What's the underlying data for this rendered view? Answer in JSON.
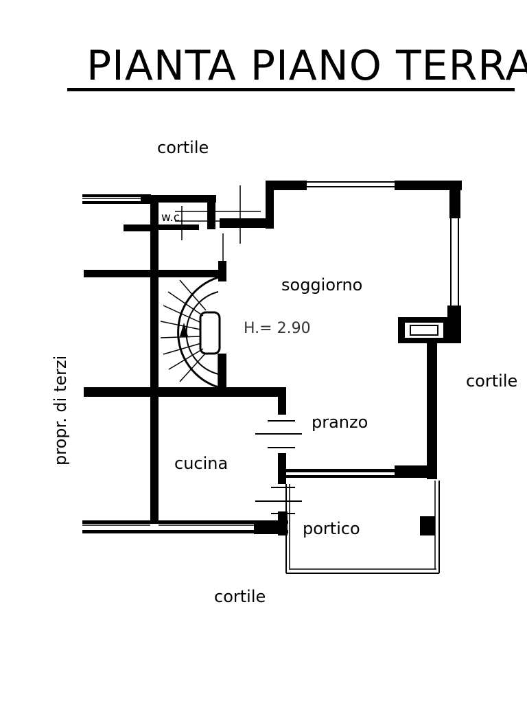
{
  "title": "PIANTA PIANO TERRA",
  "labels": {
    "cortile_top": "cortile",
    "cortile_right": "cortile",
    "cortile_bottom": "cortile",
    "propr_di_terzi": "propr. di terzi",
    "wc": "w.c.",
    "soggiorno": "soggiorno",
    "height": "H.= 2.90",
    "pranzo": "pranzo",
    "cucina": "cucina",
    "portico": "portico"
  },
  "colors": {
    "ink": "#000000",
    "paper": "#ffffff",
    "height_text": "#333333"
  }
}
